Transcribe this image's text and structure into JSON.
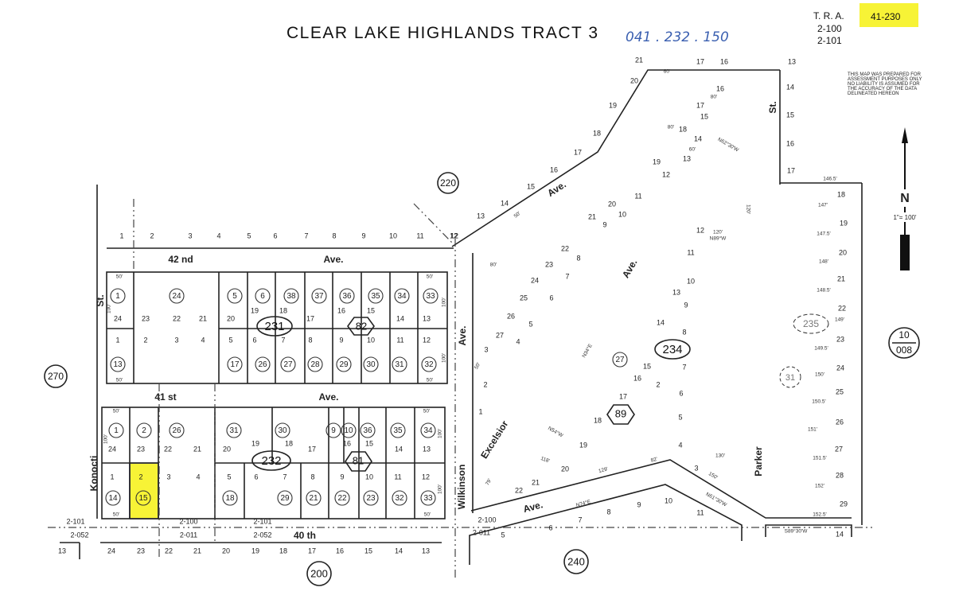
{
  "header": {
    "title": "CLEAR LAKE HIGHLANDS TRACT 3",
    "parcel_handwritten": "041 . 232 . 150",
    "tra_label": "T. R. A.",
    "tra_highlighted": "41-230",
    "tra_codes": [
      "2-100",
      "2-101"
    ],
    "highlight_color": "#f7f336",
    "disclaimer": [
      "THIS MAP WAS PREPARED FOR",
      "ASSESSMENT PURPOSES ONLY",
      "NO LIABILITY IS ASSUMED FOR",
      "THE ACCURACY OF THE DATA",
      "DELINEATED HEREON"
    ]
  },
  "north_arrow": {
    "letter": "N",
    "scale": "1\"= 100'"
  },
  "book_pages": {
    "p220": "220",
    "p270": "270",
    "p200": "200",
    "p240": "240",
    "p10_top": "10",
    "p10_bottom": "008"
  },
  "streets": {
    "42nd": "42 nd",
    "42nd_ave": "Ave.",
    "41st": "41 st",
    "41st_ave": "Ave.",
    "st_left": "St.",
    "konocti": "Konocti",
    "wilkinson": "Wilkinson",
    "wilkinson_ave": "Ave.",
    "excelsior": "Excelsior",
    "excelsior_ave": "Ave.",
    "diag_ave": "Ave.",
    "inner_ave": "Ave.",
    "parker": "Parker",
    "st_right": "St.",
    "40th": "40 th"
  },
  "blocks": {
    "b231": "231",
    "b232": "232",
    "b234": "234",
    "h82": "82",
    "h81": "81",
    "h89": "89",
    "dashed_235": "235",
    "dashed_31": "31"
  },
  "tra_lines": [
    "2-101",
    "2-052",
    "2-100",
    "2-011",
    "2-101",
    "2-052",
    "2-100",
    "2-011"
  ],
  "lots": {
    "top_row": [
      "1",
      "2",
      "3",
      "4",
      "5",
      "6",
      "7",
      "8",
      "9",
      "10",
      "11",
      "12"
    ],
    "upper_block_lots": [
      "24",
      "23",
      "22",
      "21",
      "20",
      "19",
      "18",
      "17",
      "16",
      "15",
      "14",
      "13",
      "1",
      "2",
      "3",
      "4",
      "5",
      "6",
      "7",
      "8",
      "9",
      "10",
      "11",
      "12"
    ],
    "upper_block_parcels": [
      "1",
      "24",
      "5",
      "6",
      "38",
      "37",
      "36",
      "35",
      "34",
      "33",
      "13",
      "17",
      "26",
      "27",
      "28",
      "29",
      "30",
      "31",
      "32"
    ],
    "lower_block_lots": [
      "24",
      "23",
      "22",
      "21",
      "20",
      "19",
      "18",
      "17",
      "16",
      "15",
      "14",
      "13",
      "1",
      "2",
      "3",
      "4",
      "5",
      "6",
      "7",
      "8",
      "9",
      "10",
      "11",
      "12"
    ],
    "lower_block_parcels": [
      "1",
      "2",
      "26",
      "31",
      "30",
      "9",
      "10",
      "36",
      "35",
      "34",
      "14",
      "15",
      "18",
      "29",
      "21",
      "22",
      "23",
      "32",
      "33"
    ],
    "bottom_row": [
      "13",
      "24",
      "23",
      "22",
      "21",
      "20",
      "19",
      "18",
      "17",
      "16",
      "15",
      "14",
      "13"
    ],
    "diagonal_frontage": [
      "21",
      "20",
      "19",
      "18",
      "17",
      "16",
      "15",
      "14",
      "13",
      "12",
      "17",
      "16",
      "13",
      "14",
      "15",
      "16",
      "17"
    ],
    "central": [
      "16",
      "17",
      "15",
      "18",
      "14",
      "13",
      "19",
      "12",
      "11",
      "20",
      "10",
      "21",
      "9",
      "22",
      "8",
      "23",
      "7",
      "24",
      "6",
      "25",
      "5",
      "26",
      "4",
      "27",
      "3",
      "2",
      "1",
      "11",
      "10",
      "13",
      "9",
      "14",
      "8",
      "15",
      "7",
      "16",
      "2",
      "6",
      "17",
      "5",
      "18",
      "4",
      "19",
      "20",
      "21",
      "22",
      "3",
      "12"
    ],
    "central_parcel": "27",
    "east_lots": [
      "18",
      "19",
      "20",
      "21",
      "22",
      "23",
      "24",
      "25",
      "26",
      "27",
      "28",
      "29",
      "14"
    ],
    "south_lots": [
      "5",
      "6",
      "7",
      "8",
      "9",
      "10",
      "11"
    ]
  },
  "dimensions": {
    "upper_block": [
      "50'",
      "100'",
      "50'",
      "50'",
      "100'",
      "100'",
      "50'"
    ],
    "lower_block": [
      "50'",
      "100'",
      "50'",
      "50'",
      "100'",
      "100'",
      "50'"
    ],
    "east": [
      "146.5'",
      "147'",
      "147.5'",
      "148'",
      "148.5'",
      "149'",
      "149.5'",
      "150'",
      "150.5'",
      "151'",
      "151.5'",
      "152'",
      "152.5'",
      "S89°30'W"
    ],
    "misc": [
      "N74°E",
      "N61°30'W",
      "129'",
      "82'",
      "130'",
      "150'",
      "120'",
      "N89°W",
      "120'",
      "79'",
      "50'",
      "118'",
      "N34°E",
      "N54°W",
      "80'",
      "50'",
      "60'",
      "80'",
      "80'",
      "N62°30'W",
      "60'"
    ]
  }
}
